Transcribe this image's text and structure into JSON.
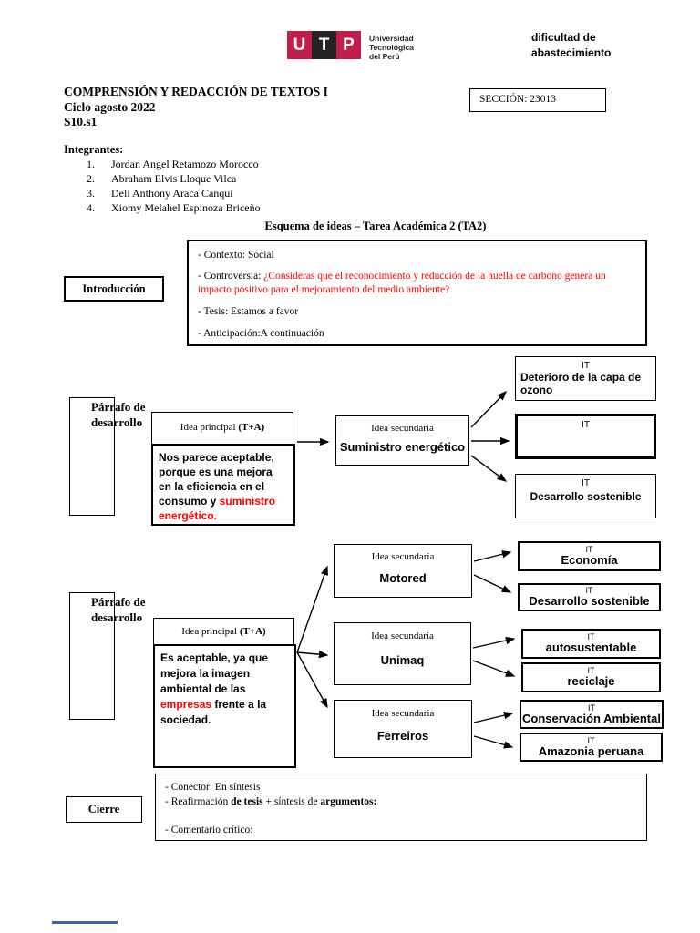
{
  "colors": {
    "logo_red": "#C21E4C",
    "logo_dark": "#292223",
    "accent_red": "#FF0000",
    "line_blue": "#3A66AE"
  },
  "header": {
    "logo_letters": [
      "U",
      "T",
      "P"
    ],
    "logo_caption": [
      "Universidad",
      "Tecnológica",
      "del Perú"
    ],
    "note_line1": "dificultad de",
    "note_line2": "abastecimiento"
  },
  "course": {
    "title": "COMPRENSIÓN Y REDACCIÓN DE TEXTOS I",
    "cycle": "Ciclo agosto 2022",
    "session": "S10.s1",
    "section": "SECCIÓN: 23013"
  },
  "members": {
    "heading": "Integrantes:",
    "items": [
      {
        "num": "1.",
        "name": "Jordan Angel Retamozo Morocco"
      },
      {
        "num": "2.",
        "name": "Abraham Elvis Lloque Vilca"
      },
      {
        "num": "3.",
        "name": "Deli Anthony Araca Canqui"
      },
      {
        "num": "4.",
        "name": "Xiomy Melahel Espinoza Briceño"
      }
    ]
  },
  "scheme_title": "Esquema de ideas – Tarea Académica 2 (TA2)",
  "intro": {
    "label": "Introducción",
    "contexto": "- Contexto: Social",
    "controversia_label": "- Controversia: ",
    "controversia_text": "¿Consideras que el reconocimiento y reducción de la huella de carbono genera un impacto positivo para el mejoramiento del medio ambiente?",
    "tesis": "- Tesis: Estamos a favor",
    "anticipacion": "- Anticipación:A continuación"
  },
  "p1": {
    "label1": "Párrafo de",
    "label2": "desarrollo",
    "main_header_plain": "Idea principal ",
    "main_header_bold": "(T+A)",
    "main_text": "Nos parece aceptable, porque es una mejora en la eficiencia en el consumo y ",
    "main_text_red": "suministro energético.",
    "secondary_header": "Idea secundaria",
    "secondary_label": "Suministro energético",
    "it1_tag": "IT",
    "it1_label": "Deterioro de la capa de ozono",
    "it2_tag": "IT",
    "it3_tag": "IT",
    "it3_label": "Desarrollo sostenible"
  },
  "p2": {
    "label1": "Párrafo de",
    "label2": "desarrollo",
    "main_header_plain": "Idea principal ",
    "main_header_bold": "(T+A)",
    "main_text_a": "Es aceptable, ya que mejora la imagen ambiental de las ",
    "main_text_red": "empresas",
    "main_text_b": " frente a la sociedad.",
    "sec": [
      {
        "header": "Idea secundaria",
        "label": "Motored"
      },
      {
        "header": "Idea secundaria",
        "label": "Unimaq"
      },
      {
        "header": "Idea secundaria",
        "label": "Ferreiros"
      }
    ],
    "its": [
      {
        "tag": "IT",
        "label": "Economía"
      },
      {
        "tag": "IT",
        "label": "Desarrollo sostenible"
      },
      {
        "tag": "IT",
        "label": "autosustentable"
      },
      {
        "tag": "IT",
        "label": "reciclaje"
      },
      {
        "tag": "IT",
        "label": "Conservación Ambiental"
      },
      {
        "tag": "IT",
        "label": "Amazonia peruana"
      }
    ]
  },
  "cierre": {
    "label": "Cierre",
    "line1": "- Conector: En síntesis",
    "line2_a": "- Reafirmación ",
    "line2_b": "de tesis",
    "line2_c": " + síntesis de ",
    "line2_d": "argumentos:",
    "line3": "- Comentario crítico:"
  }
}
